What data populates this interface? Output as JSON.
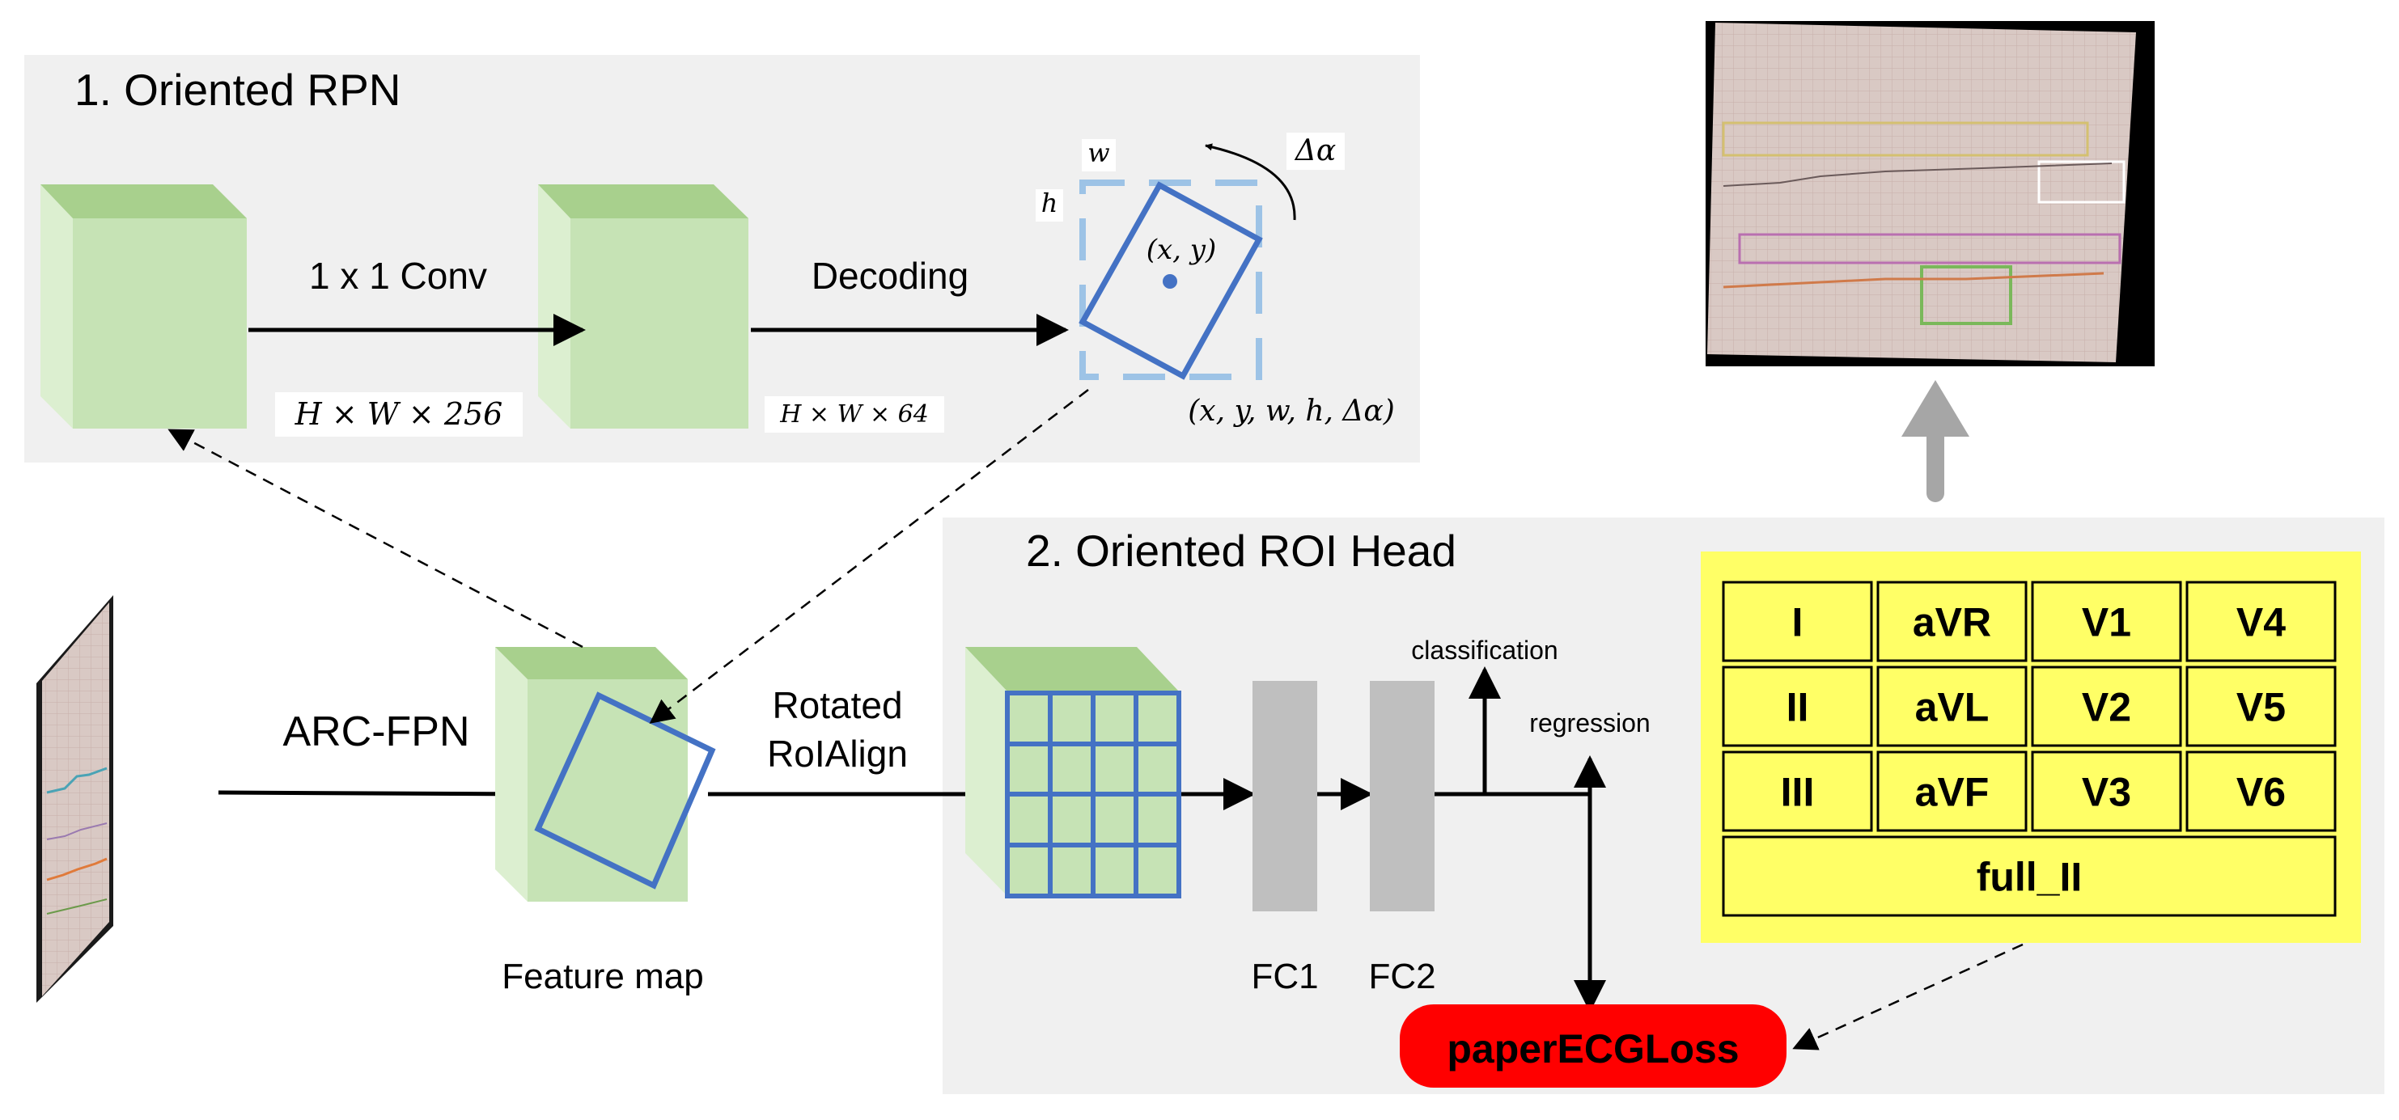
{
  "panels": {
    "rpn_title": "1. Oriented RPN",
    "roi_title": "2. Oriented ROI Head"
  },
  "rpn": {
    "conv_label": "1 x 1 Conv",
    "decoding_label": "Decoding",
    "shape1": "H × W × 256",
    "shape2": "H × W × 64",
    "w_label": "w",
    "h_label": "h",
    "delta_label": "Δα",
    "center_label": "(x, y)",
    "tuple_label": "(x, y, w, h, Δα)"
  },
  "pipeline": {
    "backbone_label": "ARC-FPN",
    "feature_map_label": "Feature map",
    "rotated_label": "Rotated",
    "roialign_label": "RoIAlign",
    "fc1_label": "FC1",
    "fc2_label": "FC2",
    "classification_label": "classification",
    "regression_label": "regression",
    "loss_label": "paperECGLoss"
  },
  "leads": {
    "rows": [
      [
        "I",
        "aVR",
        "V1",
        "V4"
      ],
      [
        "II",
        "aVL",
        "V2",
        "V5"
      ],
      [
        "III",
        "aVF",
        "V3",
        "V6"
      ]
    ],
    "full": "full_II"
  },
  "colors": {
    "panel_bg": "#f0f0f0",
    "cube_front": "#c6e3b5",
    "cube_top": "#a8d08d",
    "cube_side": "#dcefd0",
    "box_blue": "#4472c4",
    "dashed_blue": "#9dc3e6",
    "fc_gray": "#bfbfbf",
    "arrow_gray": "#a6a6a6",
    "legend_yellow": "#ffff66",
    "loss_red": "#ff0000"
  }
}
